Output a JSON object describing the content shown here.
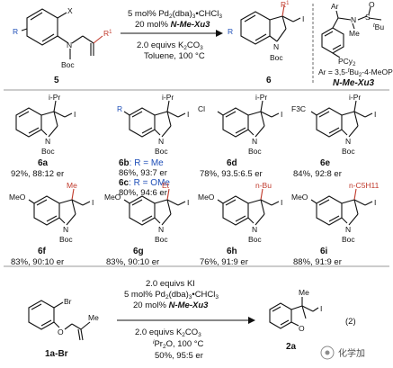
{
  "scheme": {
    "reactant_label": "5",
    "reactant_atoms": {
      "R": "R",
      "X": "X",
      "N": "N",
      "Boc": "Boc",
      "R1": "R",
      "R1_sup": "1"
    },
    "conditions": {
      "line1": "5 mol% Pd",
      "line1_sub": "2",
      "line1_rest": "(dba)",
      "line1_sub2": "3",
      "line1_end": "•CHCl",
      "line1_sub3": "3",
      "line2_prefix": "20 mol% ",
      "line2_cat": "N-Me-Xu3",
      "line3": "2.0 equivs K",
      "line3_sub": "2",
      "line3_end": "CO",
      "line3_sub2": "3",
      "line4": "Toluene, 100 °C"
    },
    "product_label": "6",
    "product_atoms": {
      "R": "R",
      "R1": "R",
      "R1_sup": "1",
      "I": "I",
      "N": "N",
      "Boc": "Boc"
    },
    "ligand": {
      "name": "N-Me-Xu3",
      "ar_def": "Ar = 3,5-",
      "ar_sup": "t",
      "ar_mid": "Bu",
      "ar_sub": "2",
      "ar_end": "-4-MeOPh",
      "atoms": {
        "Ar": "Ar",
        "N": "N",
        "Me": "Me",
        "S": "S",
        "O": "O",
        "tBu_t": "t",
        "tBu": "Bu",
        "P": "PCy",
        "P_sub": "2"
      }
    }
  },
  "products": [
    {
      "label": "6a",
      "sub": "i-Pr",
      "sub_color": "black",
      "ring": "",
      "result": "92%, 88:12 er"
    },
    {
      "label": "6b",
      "sub": "i-Pr",
      "sub_color": "black",
      "ring": "R",
      "result": "86%, 93:7 er",
      "variant": ": R = Me",
      "label2": "6c",
      "variant2": ": R = OMe",
      "result2": "80%, 94:6 er"
    },
    {
      "label": "6d",
      "sub": "i-Pr",
      "sub_color": "black",
      "ring": "Cl",
      "result": "78%, 93.5:6.5 er"
    },
    {
      "label": "6e",
      "sub": "i-Pr",
      "sub_color": "black",
      "ring": "F3C",
      "result": "84%, 92:8 er"
    },
    {
      "label": "6f",
      "sub": "Me",
      "sub_color": "red",
      "ring": "MeO",
      "result": "83%, 90:10 er"
    },
    {
      "label": "6g",
      "sub": "Et",
      "sub_color": "red",
      "ring": "MeO",
      "result": "83%, 90:10 er"
    },
    {
      "label": "6h",
      "sub": "n-Bu",
      "sub_color": "red",
      "ring": "MeO",
      "result": "76%, 91:9 er"
    },
    {
      "label": "6i",
      "sub": "n-C5H11",
      "sub_color": "red",
      "ring": "MeO",
      "result": "88%, 91:9 er"
    }
  ],
  "common_atoms": {
    "I": "I",
    "N": "N",
    "Boc": "Boc"
  },
  "bottom": {
    "reactant_label": "1a-Br",
    "reactant_atoms": {
      "Br": "Br",
      "O": "O",
      "Me": "Me"
    },
    "conditions": {
      "line1": "2.0 equivs KI",
      "line2": "5 mol% Pd",
      "line2_sub": "2",
      "line2_rest": "(dba)",
      "line2_sub2": "3",
      "line2_end": "•CHCl",
      "line2_sub3": "3",
      "line3_prefix": "20 mol% ",
      "line3_cat": "N-Me-Xu3",
      "line4": "2.0 equivs K",
      "line4_sub": "2",
      "line4_end": "CO",
      "line4_sub2": "3",
      "line5_sup": "i",
      "line5": "Pr",
      "line5_sub": "2",
      "line5_end": "O, 100 °C",
      "line6": "50%, 95:5 er"
    },
    "product_label": "2a",
    "product_atoms": {
      "Me": "Me",
      "I": "I",
      "O": "O"
    },
    "eq_number": "(2)"
  },
  "watermark": "化学加"
}
